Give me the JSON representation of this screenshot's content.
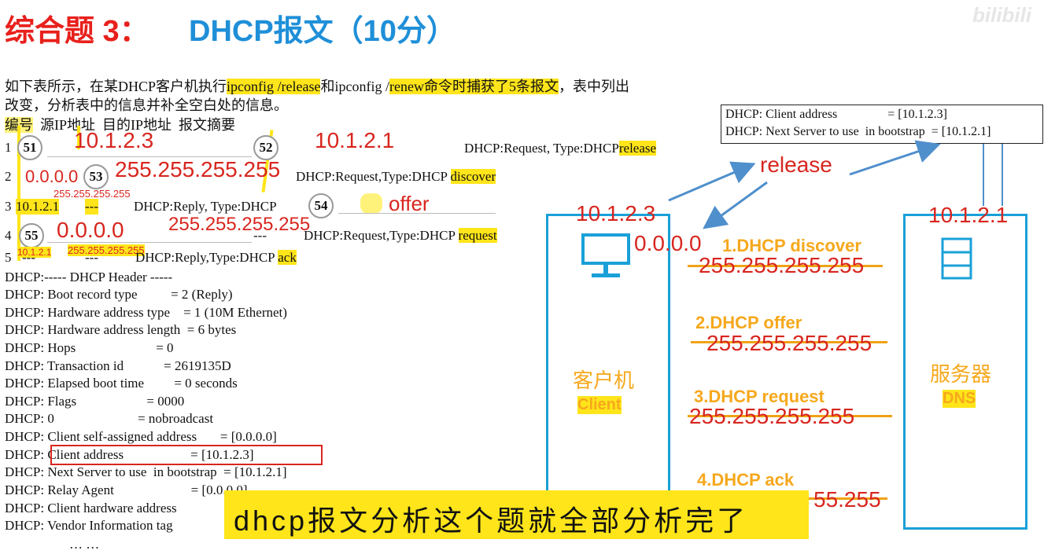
{
  "title": {
    "prefix": "综合题 3：",
    "main": "DHCP报文（10分）"
  },
  "watermark": "bilibili",
  "intro": {
    "line1_a": "如下表所示，在某DHCP客户机执行",
    "line1_b": "ipconfig /release",
    "line1_c": "和ipconfig /",
    "line1_d": "renew命令时捕获了5条报文",
    "line1_e": "，表中列出",
    "line2": "改变，分析表中的信息并补全空白处的信息。"
  },
  "table_header": {
    "no": "编号",
    "src": "源IP地址",
    "dst": "目的IP地址",
    "summary": "报文摘要"
  },
  "rows": [
    {
      "no": "1",
      "src_blank": "51",
      "src_answer": "10.1.2.3",
      "dst_blank": "52",
      "dst_answer": "10.1.2.1",
      "summary": "DHCP:Request, Type:DHCP",
      "type": "release"
    },
    {
      "no": "2",
      "src": "0.0.0.0",
      "dst_blank": "53",
      "dst_answer": "255.255.255.255",
      "summary": "DHCP:Request,Type:DHCP",
      "type": "discover",
      "note": "255.255.255.255"
    },
    {
      "no": "3",
      "src": "10.1.2.1",
      "dst": "---",
      "summary": "DHCP:Reply, Type:DHCP",
      "type_blank": "54",
      "type_answer": "offer"
    },
    {
      "no": "4",
      "src_blank": "55",
      "src_answer": "0.0.0.0",
      "dst_answer": "255.255.255.255",
      "dst": "---",
      "summary": "DHCP:Request,Type:DHCP",
      "type": "request"
    },
    {
      "no": "5",
      "src": "---",
      "src_note": "10.1.2.1",
      "dst": "---",
      "dst_note": "255.255.255.255",
      "summary": "DHCP:Reply,Type:DHCP",
      "type": "ack"
    }
  ],
  "detail_lines": [
    "DHCP:----- DHCP Header -----",
    "DHCP: Boot record type          = 2 (Reply)",
    "DHCP: Hardware address type    = 1 (10M Ethernet)",
    "DHCP: Hardware address length  = 6 bytes",
    "DHCP: Hops                        = 0",
    "DHCP: Transaction id            = 2619135D",
    "DHCP: Elapsed boot time         = 0 seconds",
    "DHCP: Flags                     = 0000",
    "DHCP: 0                         = nobroadcast",
    "DHCP: Client self-assigned address       = [0.0.0.0]",
    "DHCP: Client address                    = [10.1.2.3]",
    "DHCP: Next Server to use  in bootstrap  = [10.1.2.1]",
    "DHCP: Relay Agent                       = [0.0.0.0]",
    "DHCP: Client hardware address",
    "DHCP: Vendor Information tag",
    "… …"
  ],
  "info_box": {
    "line1": "DHCP: Client address                = [10.1.2.3]",
    "line2": "DHCP: Next Server to use  in bootstrap  = [10.1.2.1]"
  },
  "diagram": {
    "release_label": "release",
    "client_ip": "10.1.2.3",
    "client_zero": "0.0.0.0",
    "server_ip": "10.1.2.1",
    "client_cn": "客户机",
    "client_en": "Client",
    "server_cn": "服务器",
    "server_en": "DNS",
    "steps": [
      {
        "label": "1.DHCP discover",
        "addr": "255.255.255.255"
      },
      {
        "label": "2.DHCP offer",
        "addr": "255.255.255.255"
      },
      {
        "label": "3.DHCP request",
        "addr": "255.255.255.255"
      },
      {
        "label": "4.DHCP ack",
        "addr": "55.255"
      }
    ]
  },
  "subtitle": "dhcp报文分析这个题就全部分析完了",
  "colors": {
    "highlight": "#ffe51a",
    "title_red": "#e8201c",
    "title_blue": "#1f8fd8",
    "answer_red": "#d8261f",
    "diagram_blue": "#1aa0d8",
    "step_orange": "#f6a81c"
  }
}
